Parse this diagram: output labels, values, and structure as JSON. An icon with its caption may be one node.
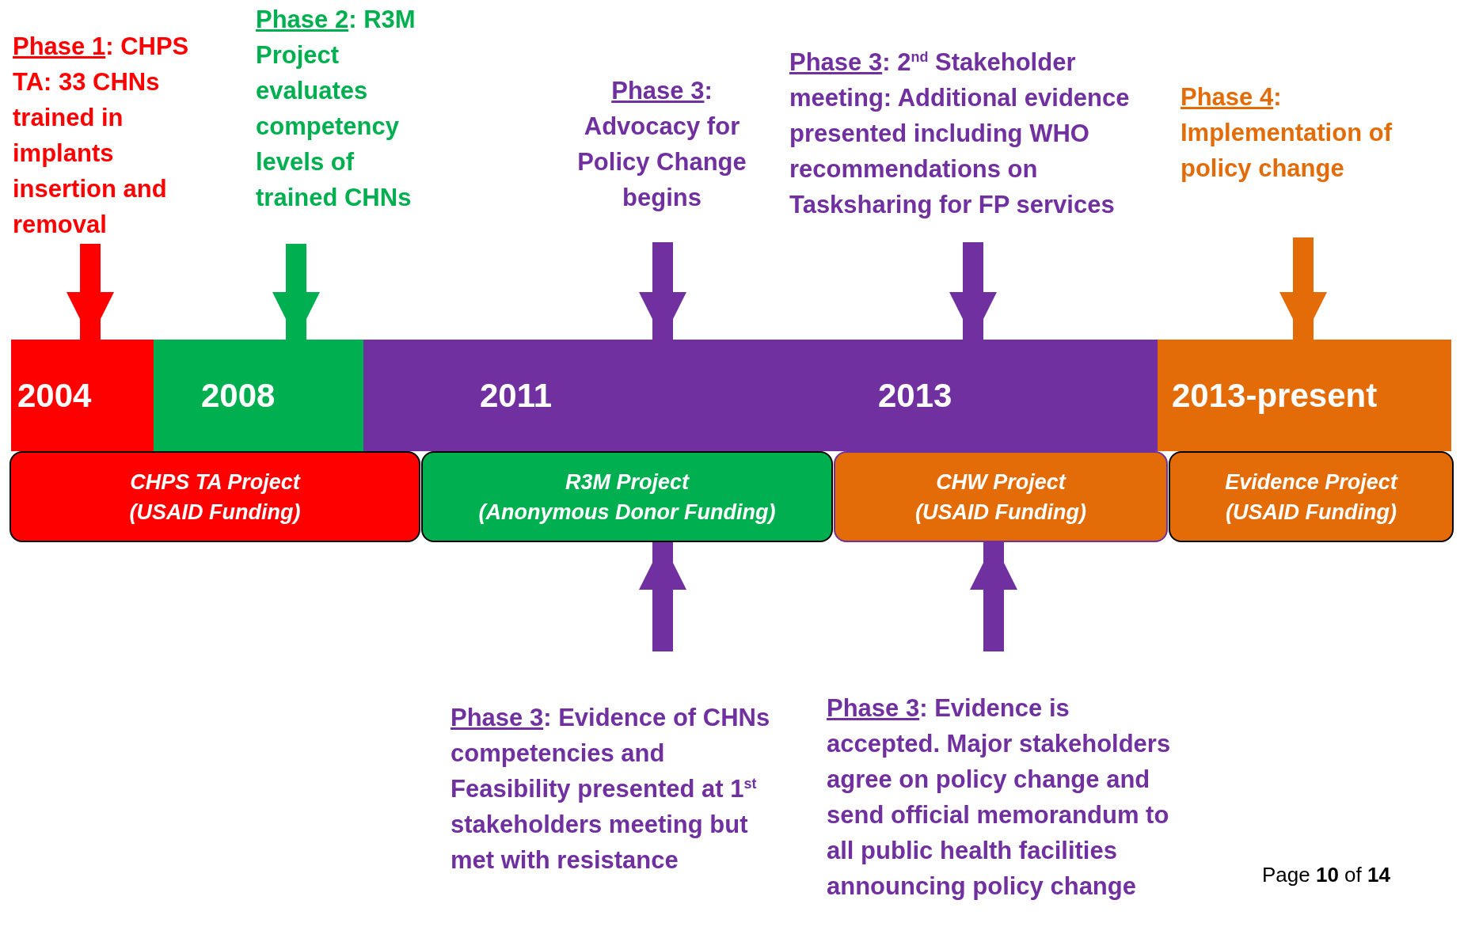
{
  "diagram": {
    "nodes": [
      {
        "text": [
          "Phase 1: CHPS TA: 33 CHNs trained in implants insertion and removal"
        ]
      },
      {
        "text": [
          "Phase 2: R3M Project evaluates competency levels of trained CHNs"
        ]
      },
      {
        "text": [
          "Phase 3: Advocacy for Policy Change begins"
        ]
      },
      {
        "text": [
          "Phase 3: 2$^{nd}$ Stakeholder meeting: Additional evidence presented including WHO recommendations on Tasksharing for FP services"
        ]
      },
      {
        "text": [
          "Phase 4: Implementation of policy change"
        ]
      },
      {
        "text": [
          "2004"
        ]
      },
      {
        "text": [
          "2008"
        ]
      },
      {
        "text": [
          "2011",
          "2013"
        ]
      },
      {
        "text": [
          "2013-present"
        ]
      },
      {
        "text": [
          "CHPS TA Project",
          "(USAID Funding)"
        ]
      },
      {
        "text": [
          "R3M Project",
          "(Anonymous Donor Funding)"
        ]
      },
      {
        "text": [
          "CHW Project",
          "(USAID Funding)"
        ]
      },
      {
        "text": [
          "Evidence Project",
          "(USAID Funding)"
        ]
      },
      {
        "text": [
          "Phase 3: Evidence of CHNs competencies and Feasibility presented at 1$^{st}$ stakeholders meeting but met with resistance"
        ]
      },
      {
        "text": [
          "Phase 3: Evidence is accepted. Major stakeholders agree on policy change and send official memorandum to all public health facilities announcing policy change"
        ]
      }
    ],
    "edges": [
      {
        "from": 0,
        "to": 5,
        "arrow": "to",
        "color": "#ff0000"
      },
      {
        "from": 1,
        "to": 6,
        "arrow": "to",
        "color": "#00b050"
      },
      {
        "from": 2,
        "to": 7,
        "arrow": "to"
      },
      {
        "from": 3,
        "to": 7,
        "arrow": "to"
      },
      {
        "from": 4,
        "to": 8,
        "arrow": "to",
        "color": "#e36c09"
      },
      {
        "from": 13,
        "to": 10,
        "arrow": "to"
      },
      {
        "from": 14,
        "to": 11,
        "arrow": "to"
      }
    ],
    "labels": [
      "Page **10** of **14**"
    ]
  }
}
